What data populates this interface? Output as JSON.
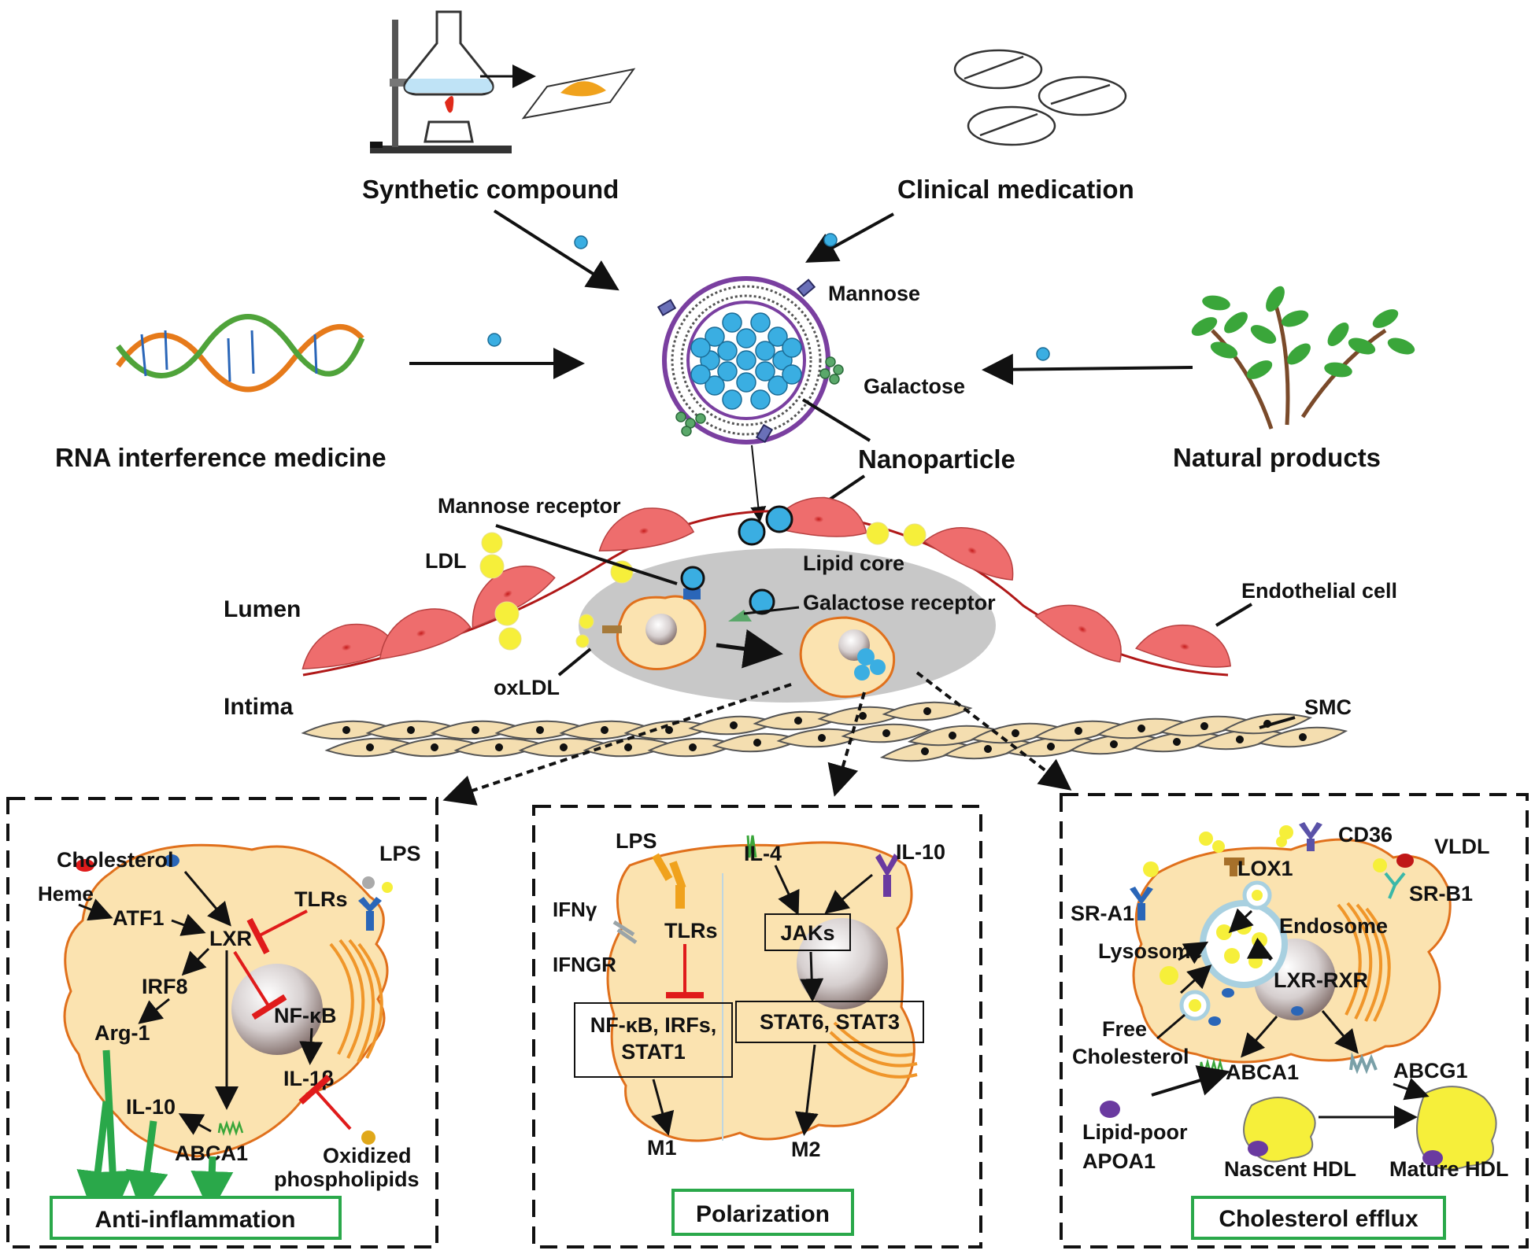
{
  "sources": {
    "synthetic": "Synthetic compound",
    "clinical": "Clinical medication",
    "rnai": "RNA interference medicine",
    "natural": "Natural products"
  },
  "nanoparticle": {
    "name": "Nanoparticle",
    "mannose": "Mannose",
    "galactose": "Galactose"
  },
  "vessel": {
    "mannose_receptor": "Mannose receptor",
    "ldl": "LDL",
    "lumen": "Lumen",
    "oxldl": "oxLDL",
    "intima": "Intima",
    "lipid_core": "Lipid core",
    "galactose_receptor": "Galactose receptor",
    "endothelial_cell": "Endothelial cell",
    "smc": "SMC"
  },
  "panel_anti_inflammation": {
    "title": "Anti-inflammation",
    "cholesterol": "Cholesterol",
    "lps": "LPS",
    "heme": "Heme",
    "atf1": "ATF1",
    "lxr": "LXR",
    "tlrs": "TLRs",
    "irf8": "IRF8",
    "nfkb": "NF-κB",
    "arg1": "Arg-1",
    "il1b": "IL-1β",
    "il10": "IL-10",
    "abca1": "ABCA1",
    "oxidized": "Oxidized",
    "phospholipids": "phospholipids"
  },
  "panel_polarization": {
    "title": "Polarization",
    "lps": "LPS",
    "il4": "IL-4",
    "il10": "IL-10",
    "ifng": "IFNγ",
    "tlrs": "TLRs",
    "jaks": "JAKs",
    "ifngr": "IFNGR",
    "nfkb_line1": "NF-κB, IRFs,",
    "nfkb_line2": "STAT1",
    "stat": "STAT6, STAT3",
    "m1": "M1",
    "m2": "M2"
  },
  "panel_efflux": {
    "title": "Cholesterol efflux",
    "cd36": "CD36",
    "vldl": "VLDL",
    "lox1": "LOX1",
    "sra1": "SR-A1",
    "srb1": "SR-B1",
    "endosome": "Endosome",
    "lysosome": "Lysosome",
    "lxr_rxr": "LXR-RXR",
    "free": "Free",
    "cholesterol": "Cholesterol",
    "abca1": "ABCA1",
    "abcg1": "ABCG1",
    "lipid_poor": "Lipid-poor",
    "apoa1": "APOA1",
    "nascent_hdl": "Nascent HDL",
    "mature_hdl": "Mature HDL"
  },
  "colors": {
    "macrophage_fill": "#fbe3b0",
    "macrophage_edge": "#e0701c",
    "endothelial": "#ee6d6d",
    "lipid_core": "#c8c8c8",
    "drug_blue": "#3aaee2",
    "box_green": "#2aa84a",
    "inhibit_red": "#e01b1b",
    "ldl_yellow": "#f6ef3a",
    "mannose_purple": "#7a3fa0"
  }
}
